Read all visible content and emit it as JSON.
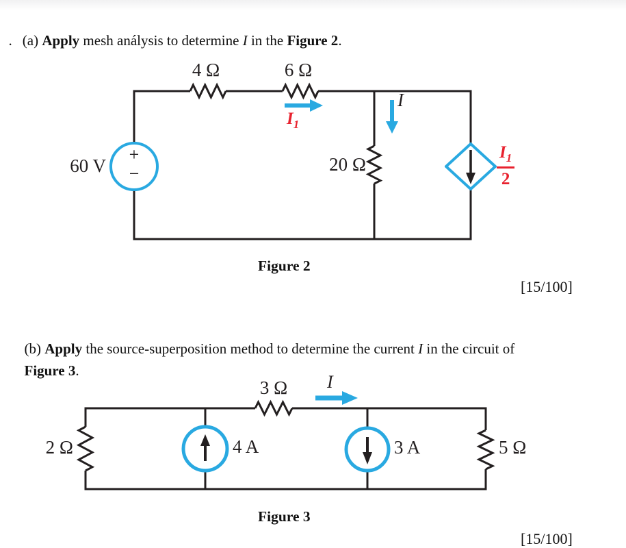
{
  "colors": {
    "wire_ink": "#231f20",
    "accent_cyan": "#29a9e1",
    "accent_red": "#e8212e"
  },
  "question_a": {
    "leading": ".",
    "prefix": "(a) ",
    "verb": "Apply",
    "t1": " mesh análysis to determine ",
    "current": "I",
    "t2": " in the ",
    "figref": "Figure 2",
    "end": "."
  },
  "question_b": {
    "prefix": "(b) ",
    "verb": "Apply",
    "t1": " the source-superposition method to determine the current ",
    "current": "I",
    "t2": " in the circuit of",
    "figref": "Figure 3",
    "end": "."
  },
  "figure2": {
    "caption": "Figure 2",
    "marks": "[15/100]",
    "voltage_source": {
      "label": "60 V",
      "plus": "+",
      "minus": "−"
    },
    "resistors": {
      "r1": "4 Ω",
      "r2": "6 Ω",
      "r3": "20 Ω"
    },
    "currents": {
      "i1_main": "I",
      "i1_sub": "1",
      "i_label": "I"
    },
    "dependent_source": {
      "num_main": "I",
      "num_sub": "1",
      "denominator": "2"
    }
  },
  "figure3": {
    "caption": "Figure 3",
    "marks": "[15/100]",
    "resistors": {
      "left": "2 Ω",
      "top": "3 Ω",
      "right": "5 Ω"
    },
    "sources": {
      "left": "4 A",
      "right": "3 A"
    },
    "current_label": "I"
  }
}
